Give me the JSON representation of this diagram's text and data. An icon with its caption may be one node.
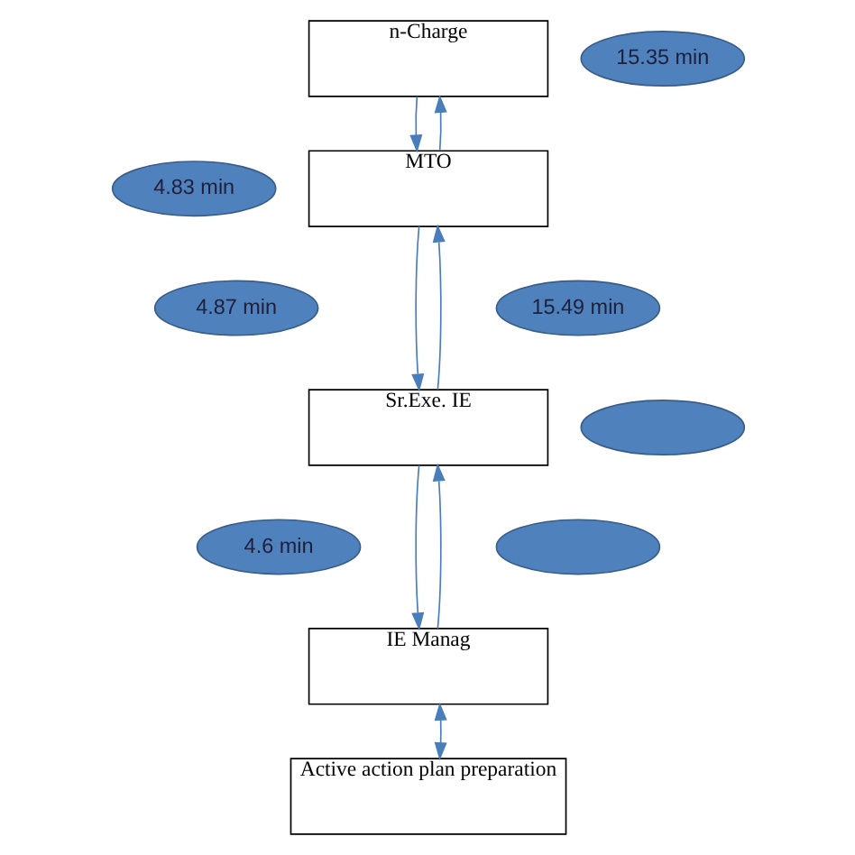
{
  "diagram": {
    "nodes": [
      {
        "text": [
          "n-Charge"
        ]
      },
      {
        "text": [
          "15.35 min"
        ]
      },
      {
        "text": [
          "4.83 min"
        ]
      },
      {
        "text": [
          "MTO"
        ]
      },
      {
        "text": [
          "4.87 min"
        ]
      },
      {
        "text": [
          "15.49 min"
        ]
      },
      {
        "text": [
          "Sr.Exe. IE"
        ]
      },
      {
        "text": [],
        "shape": "ellipse"
      },
      {
        "text": [
          "4.6 min"
        ]
      },
      {
        "text": [],
        "shape": "ellipse"
      },
      {
        "text": [
          "IE Manag"
        ]
      },
      {
        "text": [
          "Active action plan preparation"
        ]
      }
    ],
    "edges": [
      {
        "from": 0,
        "to": 3,
        "arrow": "to"
      },
      {
        "from": 3,
        "to": 0,
        "arrow": "to"
      },
      {
        "from": 3,
        "to": 6,
        "arrow": "to"
      },
      {
        "from": 6,
        "to": 3,
        "arrow": "to"
      },
      {
        "from": 10,
        "to": 6,
        "arrow": "to"
      },
      {
        "from": 6,
        "to": 10,
        "arrow": "to"
      },
      {
        "from": 10,
        "to": 11,
        "arrow": "both"
      }
    ]
  }
}
